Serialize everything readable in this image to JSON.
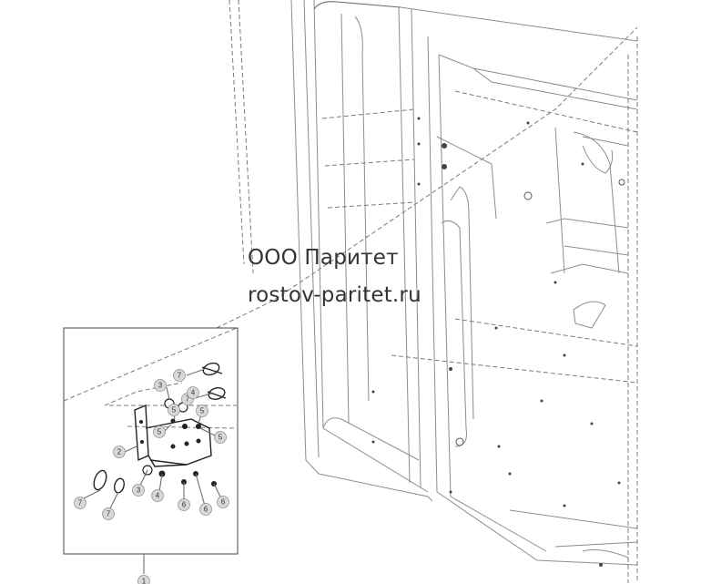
{
  "watermark": {
    "line1": "ООО Паритет",
    "line2": "rostov-paritet.ru"
  },
  "callouts": [
    {
      "id": "c1",
      "label": "1"
    },
    {
      "id": "c2",
      "label": "2"
    },
    {
      "id": "c3a",
      "label": "3"
    },
    {
      "id": "c3b",
      "label": "3"
    },
    {
      "id": "c4a",
      "label": "4"
    },
    {
      "id": "c4b",
      "label": "4"
    },
    {
      "id": "c5a",
      "label": "5"
    },
    {
      "id": "c5b",
      "label": "5"
    },
    {
      "id": "c5c",
      "label": "5"
    },
    {
      "id": "c5d",
      "label": "5"
    },
    {
      "id": "c6a",
      "label": "6"
    },
    {
      "id": "c6b",
      "label": "6"
    },
    {
      "id": "c6c",
      "label": "6"
    },
    {
      "id": "c7a",
      "label": "7"
    },
    {
      "id": "c7b",
      "label": "7"
    },
    {
      "id": "c7c",
      "label": "7"
    },
    {
      "id": "c7d",
      "label": "7"
    }
  ]
}
